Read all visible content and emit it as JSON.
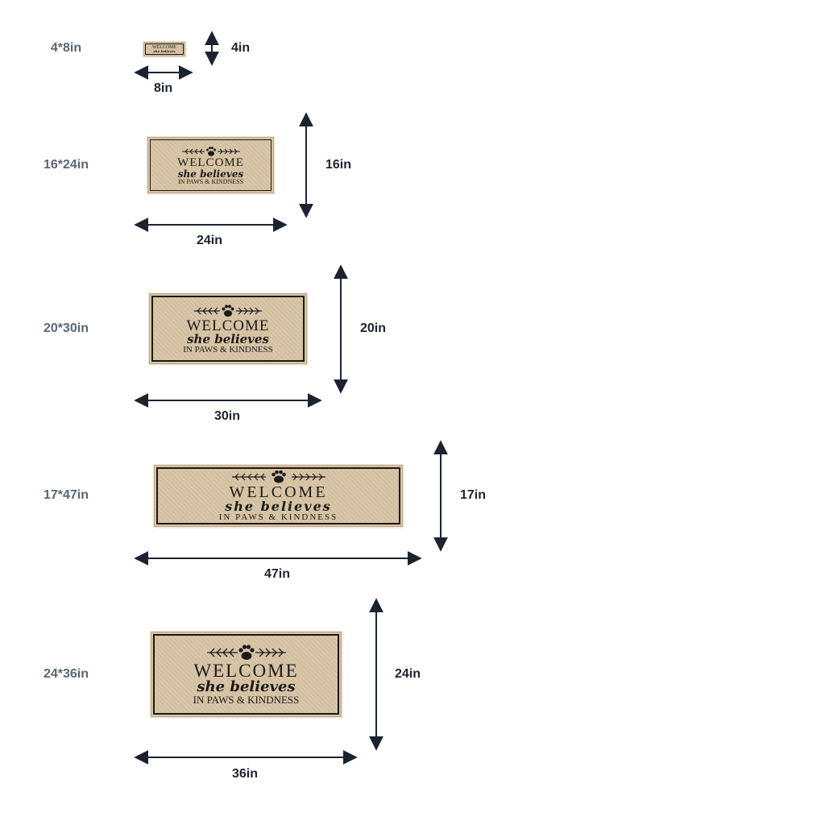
{
  "mats": [
    {
      "size": "4*8in",
      "height": "4in",
      "width": "8in"
    },
    {
      "size": "16*24in",
      "height": "16in",
      "width": "24in"
    },
    {
      "size": "20*30in",
      "height": "20in",
      "width": "30in"
    },
    {
      "size": "17*47in",
      "height": "17in",
      "width": "47in"
    },
    {
      "size": "24*36in",
      "height": "24in",
      "width": "36in"
    }
  ],
  "mat_text": {
    "line1": "WELCOME",
    "line2": "she believes",
    "line3": "IN PAWS & KINDNESS"
  },
  "colors": {
    "size_label": "#596675",
    "dimension_text": "#1c2330",
    "arrow": "#1c2330",
    "mat_background": "#d8c4a4",
    "mat_print": "#1a1a1a"
  },
  "icons": [
    "paw-icon",
    "laurel-branch-icon"
  ]
}
